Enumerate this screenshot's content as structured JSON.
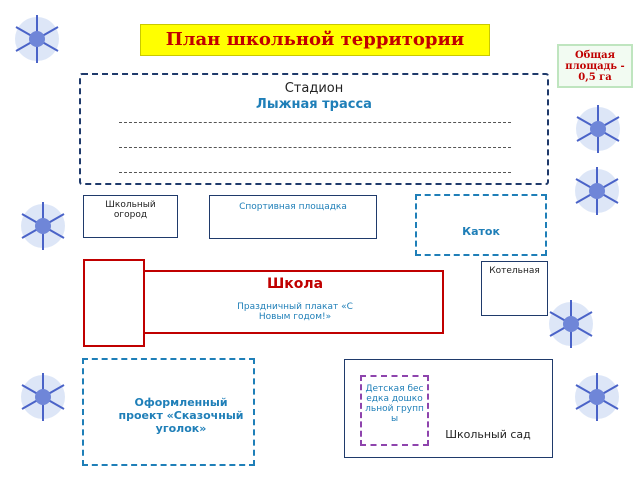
{
  "title": "План школьной территории",
  "total_area": "Общая площадь - 0,5 га",
  "stadium": {
    "label": "Стадион",
    "track": "Лыжная трасса"
  },
  "garden": "Школьный огород",
  "sport": "Спортивная площадка",
  "rink": "Каток",
  "boiler": "Котельная",
  "school": {
    "label": "Школа",
    "poster": "Праздничный плакат «С Новым годом!»"
  },
  "corner": "Оформленный проект «Сказочный уголок»",
  "gazebo": "Детская беседка дошкольной группы",
  "orchard": "Школьный сад",
  "colors": {
    "title_bg": "#ffff00",
    "title_text": "#c00000",
    "school_border": "#c00000",
    "accent_blue": "#1f7fb8"
  }
}
